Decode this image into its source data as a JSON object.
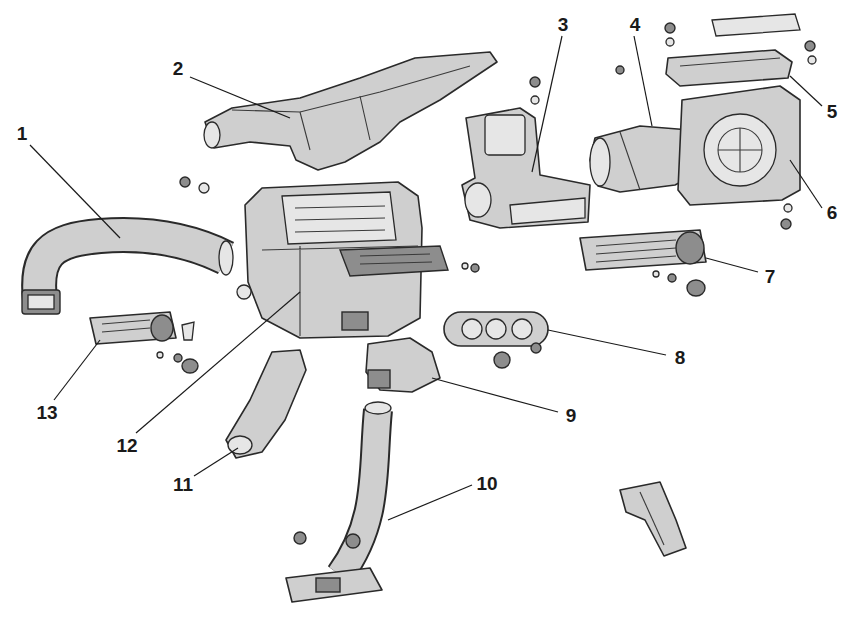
{
  "diagram": {
    "labels": [
      "1",
      "2",
      "3",
      "4",
      "5",
      "6",
      "7",
      "8",
      "9",
      "10",
      "11",
      "12",
      "13"
    ]
  }
}
